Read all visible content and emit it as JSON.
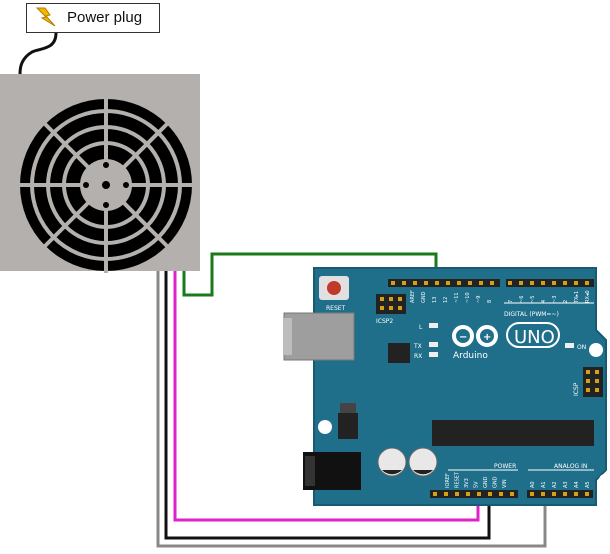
{
  "plug": {
    "label": "Power plug",
    "icon": "lightning-bolt-icon"
  },
  "board": {
    "brand": "Arduino",
    "model": "UNO",
    "reset_label": "RESET",
    "icsp_label": "ICSP",
    "icsp2_label": "ICSP2",
    "digital_label": "DIGITAL (PWM=~)",
    "power_label": "POWER",
    "analog_label": "ANALOG IN",
    "led_l": "L",
    "led_tx": "TX",
    "led_rx": "RX",
    "on_label": "ON",
    "top_header_left": [
      "AREF",
      "GND",
      "13",
      "12",
      "~11",
      "~10",
      "~9",
      "8"
    ],
    "top_header_right": [
      "7",
      "~6",
      "~5",
      "4",
      "~3",
      "2",
      "TX▸1",
      "RX◂0"
    ],
    "power_pins": [
      "IOREF",
      "RESET",
      "3V3",
      "5V",
      "GND",
      "GND",
      "VIN"
    ],
    "analog_pins": [
      "A0",
      "A1",
      "A2",
      "A3",
      "A4",
      "A5"
    ]
  },
  "colors": {
    "board": "#1f6f8b",
    "board_dark": "#185a72",
    "fan_body": "#b3b0ad",
    "wire_signal": "#1a7a1a",
    "wire_power": "#e020c8",
    "wire_ground": "#111111",
    "wire_analog": "#888888"
  }
}
